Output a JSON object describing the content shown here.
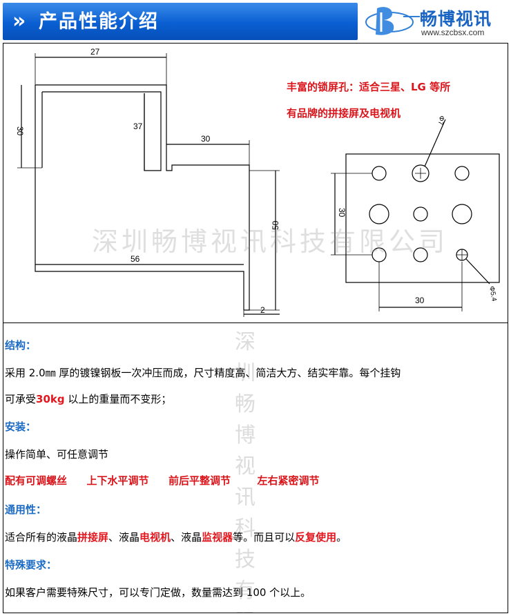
{
  "header": {
    "chevron": "»",
    "title": "产品性能介绍",
    "logo_text": "畅博视讯",
    "logo_url": "www.szcbsx.com"
  },
  "drawing": {
    "dims": {
      "d27": "27",
      "d30_left": "30",
      "d37": "37",
      "d30_top": "30",
      "d56": "56",
      "d50": "50",
      "d2": "2",
      "d30_holes_v": "30",
      "d30_holes_h": "30",
      "d7": "Φ7",
      "d54": "Φ5.4"
    },
    "callout_line1": "丰富的锁屏孔：适合三星、LG 等所",
    "callout_line2": "有品牌的拼接屏及电视机",
    "watermark": "深圳畅博视讯科技有限公司"
  },
  "content": {
    "structure_head": "结构：",
    "structure_p1": "采用 2.0㎜ 厚的镀镍钢板一次冲压而成，尺寸精度高、简洁大方、结实牢靠。每个挂钩",
    "structure_p2_a": "可承受",
    "structure_p2_red": "30kg",
    "structure_p2_b": " 以上的重量而不变形；",
    "install_head": "安装：",
    "install_p1": "操作简单、可任意调节",
    "install_features": [
      "配有可调螺丝",
      "上下水平调节",
      "前后平整调节",
      "左右紧密调节"
    ],
    "general_head": "通用性：",
    "general_a": "适合所有的液晶",
    "general_r1": "拼接屏",
    "general_b": "、液晶",
    "general_r2": "电视机",
    "general_c": "、液晶",
    "general_r3": "监视器",
    "general_d": "等。而且可以",
    "general_r4": "反复使用",
    "general_e": "。",
    "special_head": "特殊要求：",
    "special_p": "如果客户需要特殊尺寸，可以专门定做，数量需达到 100 个以上。",
    "watermark_v": "深圳畅博视讯科技有限"
  }
}
